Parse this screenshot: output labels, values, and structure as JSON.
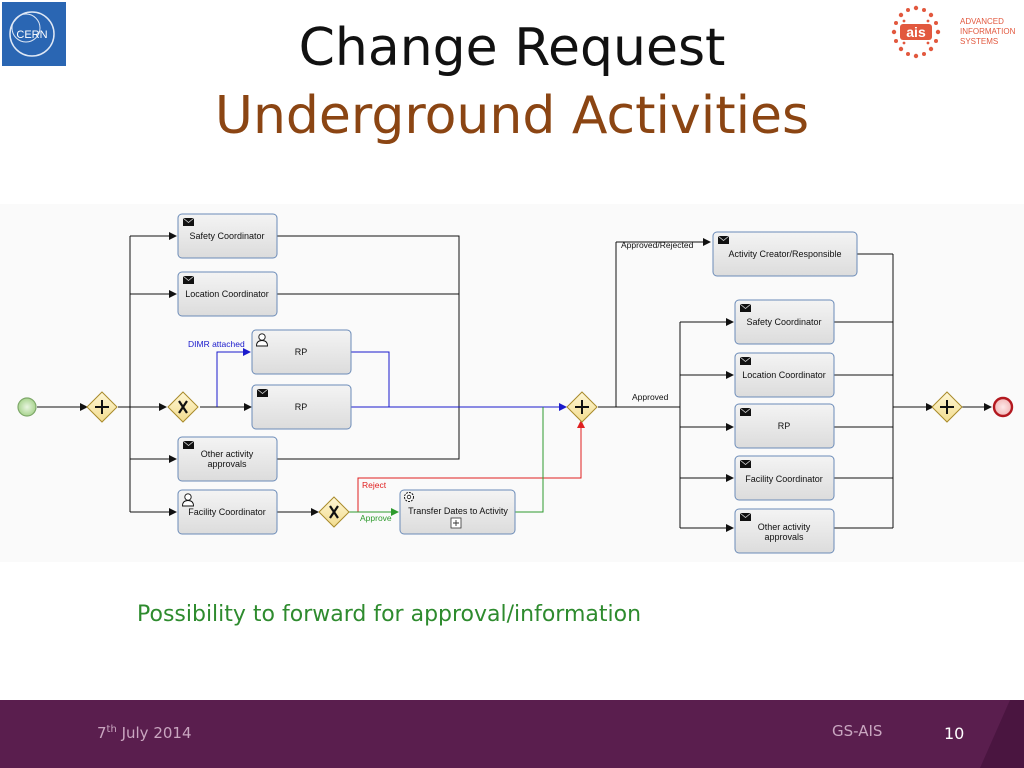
{
  "slide": {
    "title": "Change Request",
    "subtitle": "Underground Activities",
    "caption": "Possibility to forward for approval/information",
    "footer_date_day": "7",
    "footer_date_sup": "th",
    "footer_date_rest": " July 2014",
    "footer_org": "GS-AIS",
    "page_number": "10"
  },
  "logos": {
    "cern_text": "CERN",
    "ais_mark": "ais",
    "ais_line1": "ADVANCED",
    "ais_line2": "INFORMATION",
    "ais_line3": "SYSTEMS"
  },
  "tasks": {
    "left_safety": "Safety Coordinator",
    "left_location": "Location Coordinator",
    "left_rp_top": "RP",
    "left_rp": "RP",
    "left_other_1": "Other activity",
    "left_other_2": "approvals",
    "left_facility": "Facility Coordinator",
    "transfer": "Transfer Dates to Activity",
    "creator": "Activity Creator/Responsible",
    "right_safety": "Safety Coordinator",
    "right_location": "Location Coordinator",
    "right_rp": "RP",
    "right_facility": "Facility Coordinator",
    "right_other_1": "Other activity",
    "right_other_2": "approvals"
  },
  "flow_labels": {
    "dimr": "DIMR attached",
    "reject": "Reject",
    "approve": "Approve",
    "approved_rejected": "Approved/Rejected",
    "approved": "Approved"
  },
  "colors": {
    "title": "#111111",
    "subtitle": "#8b4513",
    "caption": "#2e8b2e",
    "footer": "#5a1e4e",
    "reject_flow": "#e02020",
    "approve_flow": "#2e9b2e",
    "dimr_flow": "#1a1acc"
  }
}
